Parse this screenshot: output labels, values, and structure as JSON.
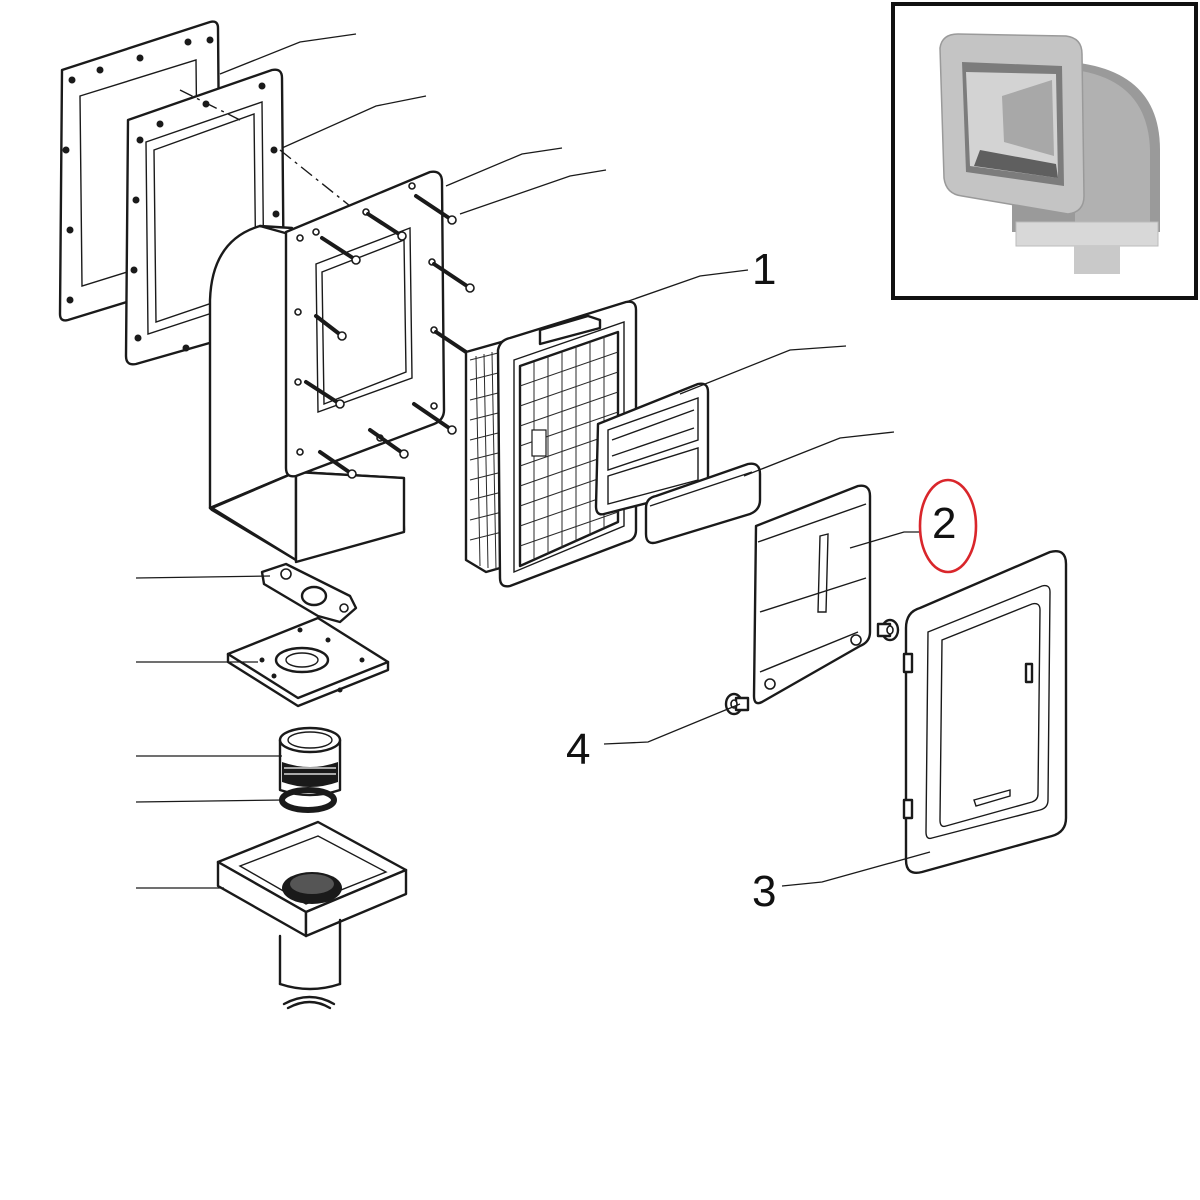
{
  "callouts": {
    "c1": "1",
    "c2": "2",
    "c3": "3",
    "c4": "4"
  },
  "highlight_color": "#d9262b",
  "inset_photo_subject": "skimmer-photo"
}
